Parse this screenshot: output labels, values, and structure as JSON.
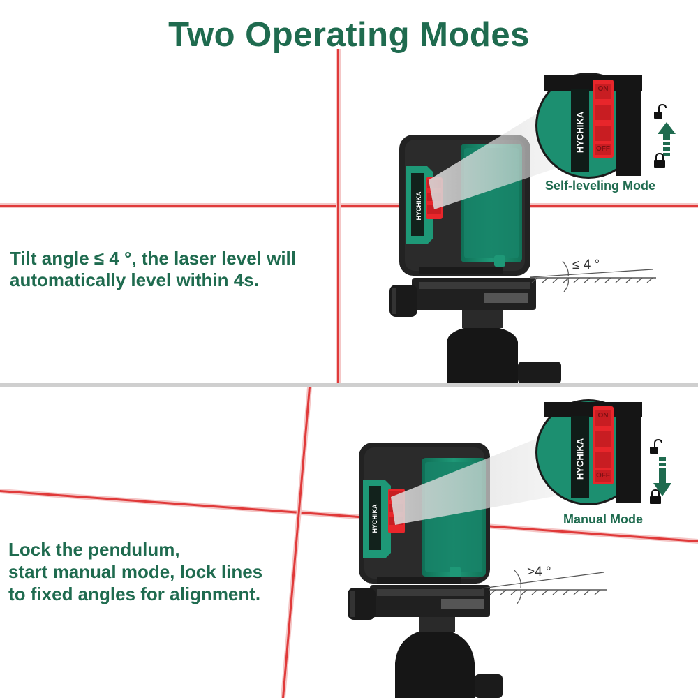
{
  "title": "Two Operating Modes",
  "top_section": {
    "description_lines": [
      "Tilt angle ≤ 4 °, the laser level will",
      "automatically level within 4s."
    ],
    "mode_label": "Self-leveling Mode",
    "angle_label": "≤ 4 °",
    "device_brand": "HYCHIKA",
    "switch_labels": [
      "ON",
      "OFF"
    ],
    "arrow_direction": "up",
    "icons": [
      "unlock-icon",
      "lock-icon"
    ]
  },
  "bottom_section": {
    "description_lines": [
      "Lock the pendulum,",
      "start manual mode, lock lines",
      "to fixed angles for alignment."
    ],
    "mode_label": "Manual Mode",
    "angle_label": ">4 °",
    "device_brand": "HYCHIKA",
    "switch_labels": [
      "ON",
      "OFF"
    ],
    "arrow_direction": "down",
    "icons": [
      "unlock-icon",
      "lock-icon"
    ]
  },
  "colors": {
    "text_green": "#1f6b4f",
    "device_teal": "#17876a",
    "laser_red": "#e03a3a",
    "button_red": "#e8262b"
  }
}
